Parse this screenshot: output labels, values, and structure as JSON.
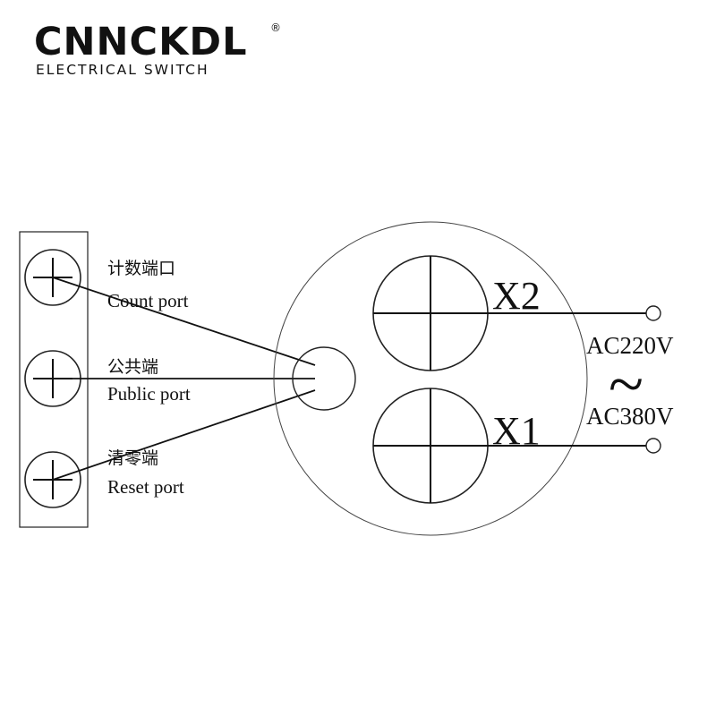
{
  "brand": {
    "name": "CNNCKDL",
    "registered_mark": "®",
    "tagline": "ELECTRICAL SWITCH"
  },
  "terminals": [
    {
      "label_cn": "计数端口",
      "label_en": "Count port"
    },
    {
      "label_cn": "公共端",
      "label_en": "Public port"
    },
    {
      "label_cn": "清零端",
      "label_en": "Reset port"
    }
  ],
  "outputs": {
    "x2": "X2",
    "x1": "X1"
  },
  "power": {
    "voltage_1": "AC220V",
    "symbol": "~",
    "voltage_2": "AC380V"
  }
}
